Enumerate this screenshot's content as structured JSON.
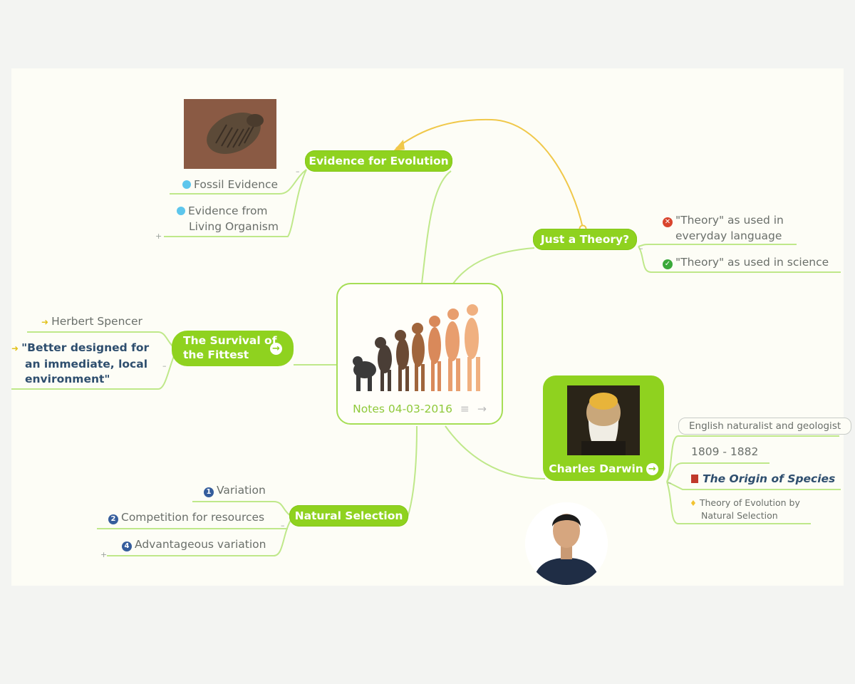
{
  "central": {
    "title": "Notes 04-03-2016"
  },
  "evidence": {
    "title": "Evidence for Evolution",
    "items": [
      "Fossil Evidence",
      "Evidence from",
      "Living Organism"
    ]
  },
  "theory": {
    "title": "Just a Theory?",
    "items": [
      "\"Theory\" as used in",
      "everyday language",
      "\"Theory\" as used in science"
    ]
  },
  "survival": {
    "title_line1": "The Survival of",
    "title_line2": "the Fittest",
    "items": [
      "Herbert Spencer",
      "\"Better designed for",
      "an immediate, local",
      "environment\""
    ]
  },
  "darwin": {
    "title": "Charles Darwin",
    "items": [
      "English naturalist and geologist",
      "1809 - 1882",
      "The Origin of Species",
      "Theory of Evolution by",
      "Natural Selection"
    ]
  },
  "selection": {
    "title": "Natural Selection",
    "numbers": [
      "1",
      "2",
      "4"
    ],
    "items": [
      "Variation",
      "Competition for resources",
      "Advantageous variation"
    ]
  },
  "colors": {
    "node_green": "#8fd21f",
    "branch_green": "#bfe88a",
    "link_yellow": "#f0c84a",
    "bullet_blue": "#5dc6ec",
    "number_navy": "#355d9c"
  },
  "icons": [
    "menu-lines-icon",
    "arrow-right-icon",
    "circle-arrow-icon",
    "red-x-icon",
    "green-check-icon",
    "yellow-arrow-icon",
    "book-icon",
    "bulb-icon"
  ]
}
